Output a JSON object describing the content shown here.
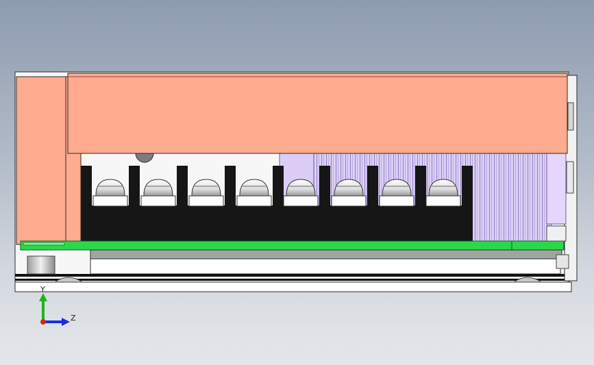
{
  "viewport": {
    "background_top": "#8e9cb0",
    "background_bottom": "#e4e7ea"
  },
  "model": {
    "housing_color": "#ffab8f",
    "heatsink_color": "#d7c8f4",
    "pcb_color": "#2ad84a",
    "terminal_block_color": "#161616",
    "screw_color": "#eaeaea",
    "screw_count": 8
  },
  "triad": {
    "y_label": "Y",
    "z_label": "Z",
    "y_color": "#1db31d",
    "z_color": "#1a2de0",
    "origin_color": "#e0221a"
  }
}
